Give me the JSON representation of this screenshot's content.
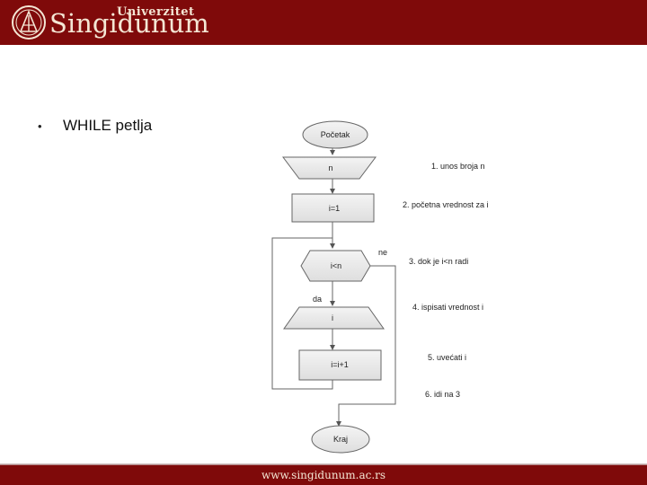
{
  "header": {
    "logo_top": "Univerzitet",
    "logo_main": "Singidunum",
    "brand_color": "#7f0a0a"
  },
  "slide": {
    "bullet_symbol": "•",
    "bullet_text": "WHILE petlja"
  },
  "flowchart": {
    "start": "Početak",
    "input": "n",
    "init": "i=1",
    "condition": "i<n",
    "output": "i",
    "increment": "i=i+1",
    "end": "Kraj",
    "branch_no": "ne",
    "branch_yes": "da",
    "steps": [
      "1. unos broja n",
      "2. početna vrednost za i",
      "3. dok je i<n radi",
      "4. ispisati vrednost i",
      "5. uvećati i",
      "6. idi na 3"
    ]
  },
  "footer": {
    "url": "www.singidunum.ac.rs"
  }
}
